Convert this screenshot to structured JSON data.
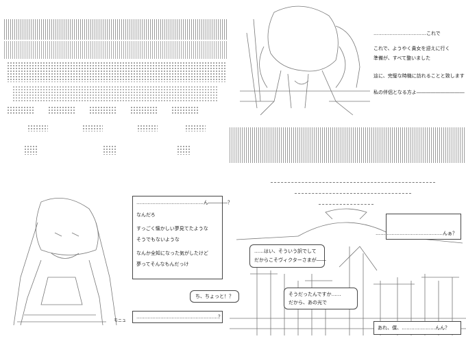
{
  "top_right_panel": {
    "heading": "……………………………これで",
    "lines": [
      "これで、ようやく貴女を迎えに行く",
      "準備が、すべて整いました",
      "這に、完璧な時機に訪れることと致します",
      "私の伴侶となる方よ――――――――――"
    ]
  },
  "mid_left_box": {
    "title": "……………………………………ん――――？",
    "lines": [
      "なんだろ",
      "すっごく懐かしい夢見てたような",
      "そうでもないような",
      "なんか全知になった気がしたけど",
      "夢ってそんなもんだっけ"
    ]
  },
  "bottom_left_box": {
    "text": "……………………………………………？"
  },
  "small_label": "モニュ",
  "bubble_shout": "ち、ちょっと！？",
  "bubble_hai": {
    "lines": [
      "……はい、そういう訳でして",
      "だからこそヴィクターさまが――"
    ]
  },
  "bubble_sou": {
    "lines": [
      "そうだったんですか……",
      "だから、あの光で"
    ]
  },
  "right_box": {
    "text": "……………………………………んぁ？"
  },
  "right_bottom_box": {
    "text": "あれ、僕、…………………んん？"
  }
}
